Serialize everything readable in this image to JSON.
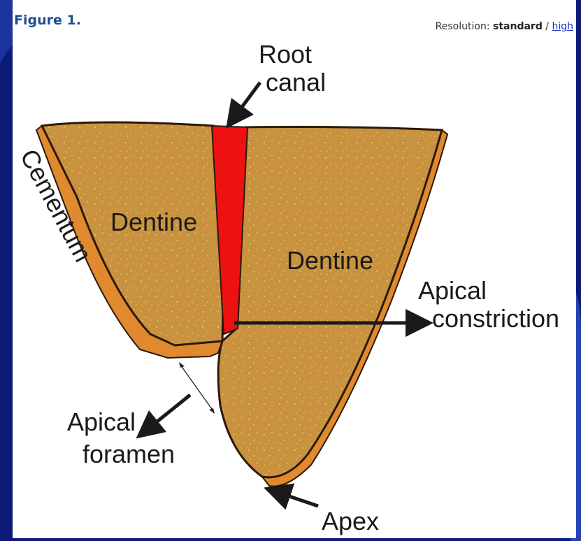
{
  "header": {
    "figure_title": "Figure 1.",
    "resolution_label": "Resolution:",
    "resolution_current": "standard",
    "resolution_separator": "/",
    "resolution_alt_link": "high"
  },
  "labels": {
    "root_canal_line1": "Root",
    "root_canal_line2": "canal",
    "dentine_left": "Dentine",
    "dentine_right": "Dentine",
    "cementum": "Cementum",
    "apical_constriction_line1": "Apical",
    "apical_constriction_line2": "constriction",
    "apical_foramen_line1": "Apical",
    "apical_foramen_line2": "foramen",
    "apex": "Apex"
  },
  "colors": {
    "background_blue": "#0d1a78",
    "dentine": "#c8923e",
    "cementum": "#e0892e",
    "root_canal": "#ee1111",
    "outline": "#2a1a0a"
  }
}
